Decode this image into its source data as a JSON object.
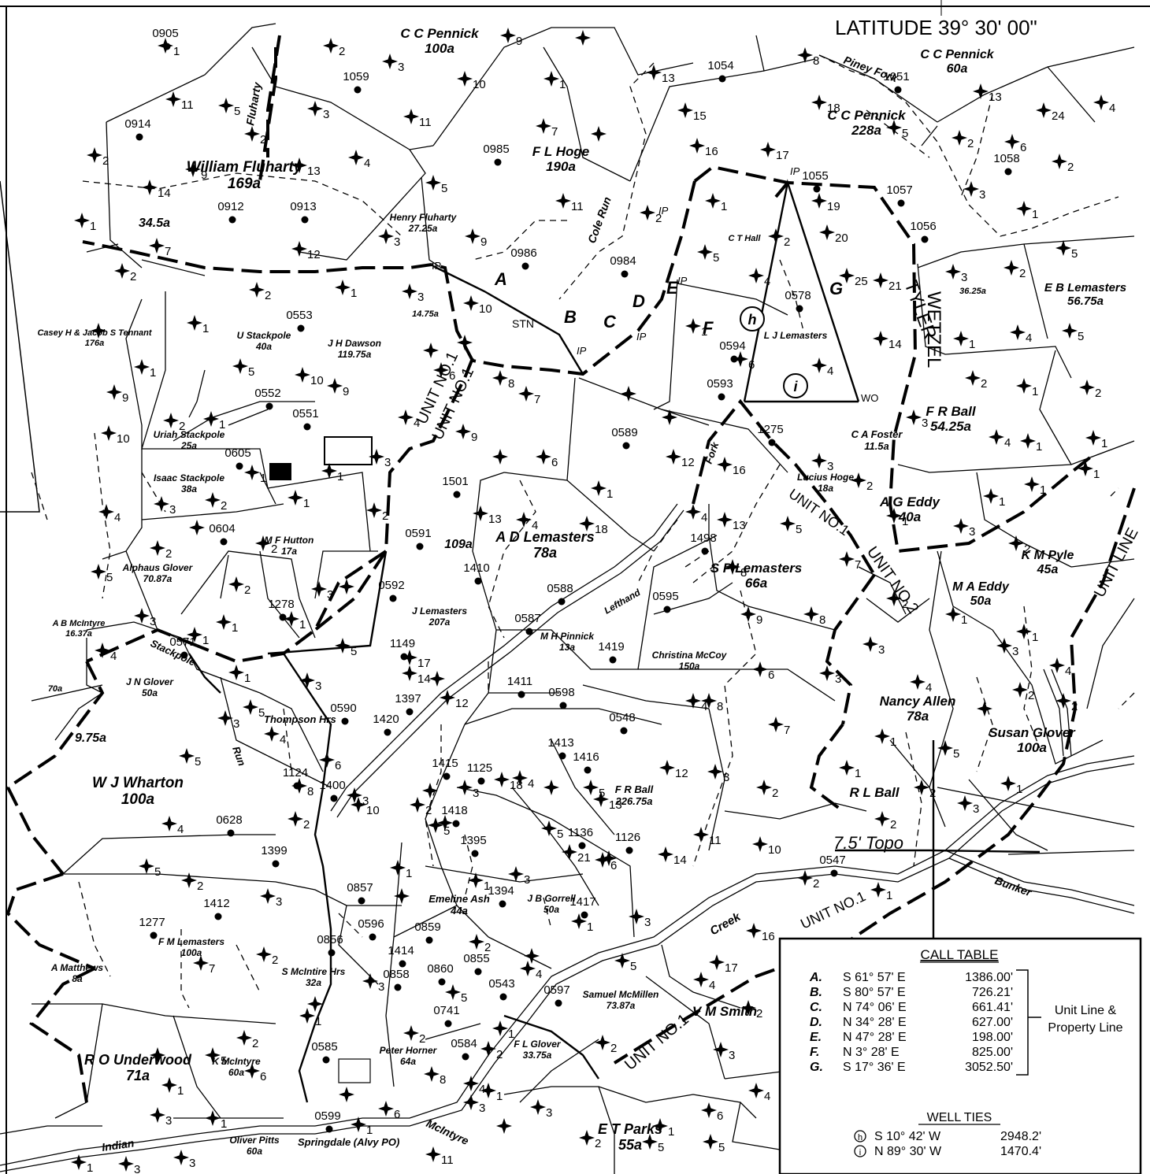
{
  "latitude_label": "LATITUDE    39°  30' 00\"",
  "unit_line_labels": [
    "UNIT NO.1",
    "UNIT NO.1",
    "UNIT NO.2",
    "UNIT NO.1",
    "UNIT NO.1",
    "UNIT LINE"
  ],
  "county_labels": [
    "TYLER",
    "WETZEL"
  ],
  "topo_label": "7.5' Topo",
  "survey_points": [
    "A",
    "B",
    "C",
    "D",
    "E",
    "F",
    "G"
  ],
  "feature_labels": {
    "stn": "STN",
    "ip": "IP",
    "wo": "WO",
    "tie_h": "h",
    "tie_i": "i",
    "creek": "Creek",
    "bunker": "Bunker",
    "piney_fork": "Piney  Fork",
    "cole_run": "Cole  Run",
    "fluharty": "Fluharty",
    "mcintyre": "McIntyre",
    "indian": "Indian",
    "thompson": "Thompson  Hrs",
    "stackpole": "Stackpole",
    "lefthand": "Lefthand",
    "fork": "Fork",
    "run": "Run",
    "town": "Springdale (Alvy PO)"
  },
  "owners": [
    {
      "name": "C C Pennick",
      "acres": "100a"
    },
    {
      "name": "C C Pennick",
      "acres": "60a"
    },
    {
      "name": "C C Pennick",
      "acres": "228a"
    },
    {
      "name": "F L Hoge",
      "acres": "190a"
    },
    {
      "name": "William Fluharty",
      "acres": "169a"
    },
    {
      "name": "Henry Fluharty",
      "acres": "27.25a"
    },
    {
      "name": "C T Hall",
      "acres": ""
    },
    {
      "name": "E B Lemasters",
      "acres": "56.75a"
    },
    {
      "name": "Casey H & Jacob S Tennant",
      "acres": "176a"
    },
    {
      "name": "U Stackpole",
      "acres": "40a"
    },
    {
      "name": "J H Dawson",
      "acres": "119.75a"
    },
    {
      "name": "L J Lemasters",
      "acres": ""
    },
    {
      "name": "F R Ball",
      "acres": "54.25a"
    },
    {
      "name": "C A Foster",
      "acres": "11.5a"
    },
    {
      "name": "Lucius Hoge",
      "acres": "18a"
    },
    {
      "name": "A G Eddy",
      "acres": "40a"
    },
    {
      "name": "K M Pyle",
      "acres": "45a"
    },
    {
      "name": "Uriah Stackpole",
      "acres": "25a"
    },
    {
      "name": "Isaac Stackpole",
      "acres": "38a"
    },
    {
      "name": "Alphaus Glover",
      "acres": "70.87a"
    },
    {
      "name": "M F Hutton",
      "acres": "17a"
    },
    {
      "name": "A D Lemasters",
      "acres": "78a"
    },
    {
      "name": "S P Lemasters",
      "acres": "66a"
    },
    {
      "name": "M A Eddy",
      "acres": "50a"
    },
    {
      "name": "A B McIntyre",
      "acres": "16.37a"
    },
    {
      "name": "J Lemasters",
      "acres": "207a"
    },
    {
      "name": "M H Pinnick",
      "acres": "13a"
    },
    {
      "name": "Christina McCoy",
      "acres": "150a"
    },
    {
      "name": "J N Glover",
      "acres": "50a"
    },
    {
      "name": "Nancy Allen",
      "acres": "78a"
    },
    {
      "name": "Susan Glover",
      "acres": "100a"
    },
    {
      "name": "W J Wharton",
      "acres": "100a"
    },
    {
      "name": "F R Ball",
      "acres": "226.75a"
    },
    {
      "name": "R L Ball",
      "acres": ""
    },
    {
      "name": "F M Lemasters",
      "acres": "100a"
    },
    {
      "name": "Emeline Ash",
      "acres": "44a"
    },
    {
      "name": "J B Gorrell",
      "acres": "50a"
    },
    {
      "name": "A Matthews",
      "acres": "8a"
    },
    {
      "name": "S McIntire Hrs",
      "acres": "32a"
    },
    {
      "name": "Samuel McMillen",
      "acres": "73.87a"
    },
    {
      "name": "R O Underwood",
      "acres": "71a"
    },
    {
      "name": "K McIntyre",
      "acres": "60a"
    },
    {
      "name": "Peter Horner",
      "acres": "64a"
    },
    {
      "name": "F L Glover",
      "acres": "33.75a"
    },
    {
      "name": "V M Smith",
      "acres": ""
    },
    {
      "name": "E T Parks",
      "acres": "55a"
    },
    {
      "name": "Oliver Pitts",
      "acres": "60a"
    }
  ],
  "loose_acreage": [
    "34.5a",
    "36.25a",
    "70a",
    "9.75a",
    "14.75a",
    "109a"
  ],
  "wells": [
    "0905",
    "0914",
    "1059",
    "0985",
    "1054",
    "1051",
    "1055",
    "1057",
    "1058",
    "1056",
    "0912",
    "0913",
    "0986",
    "0984",
    "0578",
    "0553",
    "0594",
    "0593",
    "0552",
    "0551",
    "1275",
    "0589",
    "0605",
    "1501",
    "0604",
    "0591",
    "1498",
    "1410",
    "0592",
    "0588",
    "0595",
    "1278",
    "0587",
    "0571",
    "1149",
    "1419",
    "1411",
    "0598",
    "0590",
    "1397",
    "1420",
    "0548",
    "1413",
    "1416",
    "1124",
    "1415",
    "1125",
    "1400",
    "0628",
    "1418",
    "1395",
    "1136",
    "1126",
    "1399",
    "0547",
    "0857",
    "1412",
    "1394",
    "1417",
    "1277",
    "0596",
    "0859",
    "0856",
    "1414",
    "0855",
    "0860",
    "0858",
    "0543",
    "0597",
    "0741",
    "0585",
    "0584",
    "0599"
  ],
  "call_table": {
    "title": "CALL TABLE",
    "rows": [
      {
        "pt": "A.",
        "bearing": "S 61° 57' E",
        "dist": "1386.00'"
      },
      {
        "pt": "B.",
        "bearing": "S 80° 57' E",
        "dist": "726.21'"
      },
      {
        "pt": "C.",
        "bearing": "N 74° 06' E",
        "dist": "661.41'"
      },
      {
        "pt": "D.",
        "bearing": "N 34° 28' E",
        "dist": "627.00'"
      },
      {
        "pt": "E.",
        "bearing": "N 47° 28' E",
        "dist": "198.00'"
      },
      {
        "pt": "F.",
        "bearing": "N 3° 28' E",
        "dist": "825.00'"
      },
      {
        "pt": "G.",
        "bearing": "S 17° 36' E",
        "dist": "3052.50'"
      }
    ],
    "bracket_label": "Unit Line & Property Line",
    "well_ties_title": "WELL TIES",
    "ties": [
      {
        "mark": "h",
        "bearing": "S 10° 42' W",
        "dist": "2948.2'"
      },
      {
        "mark": "i",
        "bearing": "N 89° 30' W",
        "dist": "1470.4'"
      }
    ]
  }
}
